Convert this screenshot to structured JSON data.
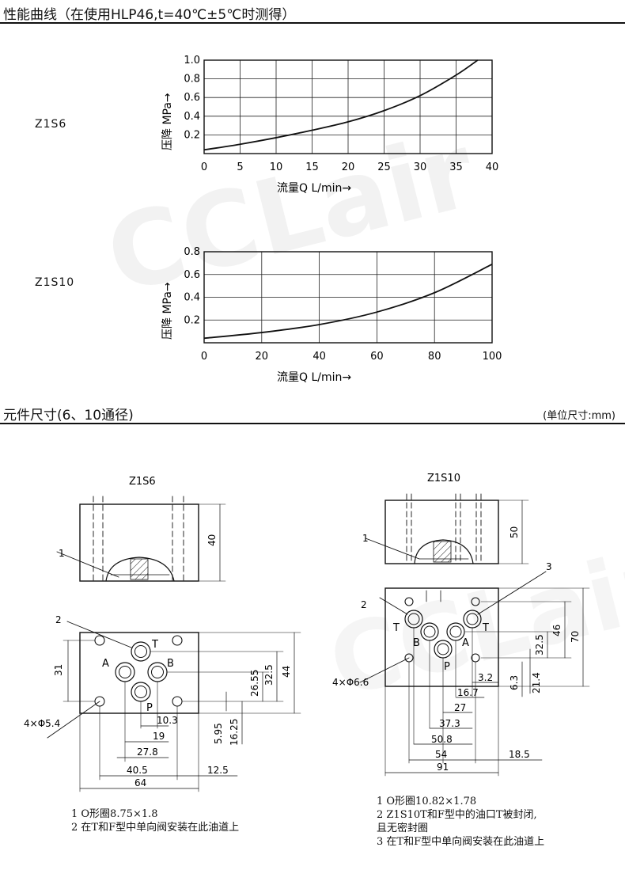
{
  "section1": {
    "title": "性能曲线（在使用HLP46,t=40℃±5℃时测得）"
  },
  "section2": {
    "title": "元件尺寸(6、10通径)",
    "unit": "(单位尺寸:mm)"
  },
  "watermark": "CCLair",
  "charts": [
    {
      "model": "Z1S6",
      "ylabel": "压降 MPa→",
      "xlabel": "流量Q  L/min→"
    },
    {
      "model": "Z1S10",
      "ylabel": "压降 MPa→",
      "xlabel": "流量Q  L/min→"
    }
  ],
  "chart_data": [
    {
      "type": "line",
      "title": "Z1S6",
      "xlabel": "流量Q  L/min→",
      "ylabel": "压降 MPa→",
      "xlim": [
        0,
        40
      ],
      "ylim": [
        0,
        1.0
      ],
      "xticks": [
        "0",
        "5",
        "10",
        "15",
        "20",
        "25",
        "30",
        "35",
        "40"
      ],
      "yticks": [
        "0.2",
        "0.4",
        "0.6",
        "0.8",
        "1.0"
      ],
      "grid": true,
      "x": [
        0,
        5,
        10,
        15,
        20,
        25,
        30,
        35,
        38
      ],
      "y": [
        0.04,
        0.1,
        0.17,
        0.25,
        0.34,
        0.46,
        0.62,
        0.84,
        1.0
      ]
    },
    {
      "type": "line",
      "title": "Z1S10",
      "xlabel": "流量Q  L/min→",
      "ylabel": "压降 MPa→",
      "xlim": [
        0,
        100
      ],
      "ylim": [
        0,
        0.8
      ],
      "xticks": [
        "0",
        "20",
        "40",
        "60",
        "80",
        "100"
      ],
      "yticks": [
        "0.2",
        "0.4",
        "0.6",
        "0.8"
      ],
      "grid": true,
      "x": [
        0,
        20,
        40,
        60,
        80,
        100
      ],
      "y": [
        0.04,
        0.09,
        0.16,
        0.27,
        0.44,
        0.69
      ]
    }
  ],
  "z1s6": {
    "title": "Z1S6",
    "callouts": [
      "1",
      "2"
    ],
    "ports": [
      "T",
      "A",
      "B",
      "P"
    ],
    "dims": {
      "h40": "40",
      "h31": "31",
      "h44": "44",
      "h32_5": "32.5",
      "h26_55": "26.55",
      "h5_95": "5.95",
      "h16_25": "16.25",
      "w10_3": "10.3",
      "w19": "19",
      "w27_8": "27.8",
      "w40_5": "40.5",
      "w12_5": "12.5",
      "w64": "64",
      "holes": "4×Φ5.4"
    },
    "notes": [
      "1  O形圈8.75×1.8",
      "2  在T和F型中单向阀安装在此油道上"
    ]
  },
  "z1s10": {
    "title": "Z1S10",
    "callouts": [
      "1",
      "2",
      "3"
    ],
    "ports": [
      "T",
      "B",
      "A",
      "T",
      "P"
    ],
    "dims": {
      "h50": "50",
      "h70": "70",
      "h46": "46",
      "h32_5": "32.5",
      "h6_3": "6.3",
      "h21_4": "21.4",
      "w3_2": "3.2",
      "w16_7": "16.7",
      "w27": "27",
      "w37_3": "37.3",
      "w50_8": "50.8",
      "w54": "54",
      "w91": "91",
      "w18_5": "18.5",
      "holes": "4×Φ6.6"
    },
    "notes": [
      "1  O形圈10.82×1.78",
      "2  Z1S10T和F型中的油口T被封闭,",
      "   且无密封圈",
      "3  在T和F型中单向阀安装在此油道上"
    ]
  }
}
